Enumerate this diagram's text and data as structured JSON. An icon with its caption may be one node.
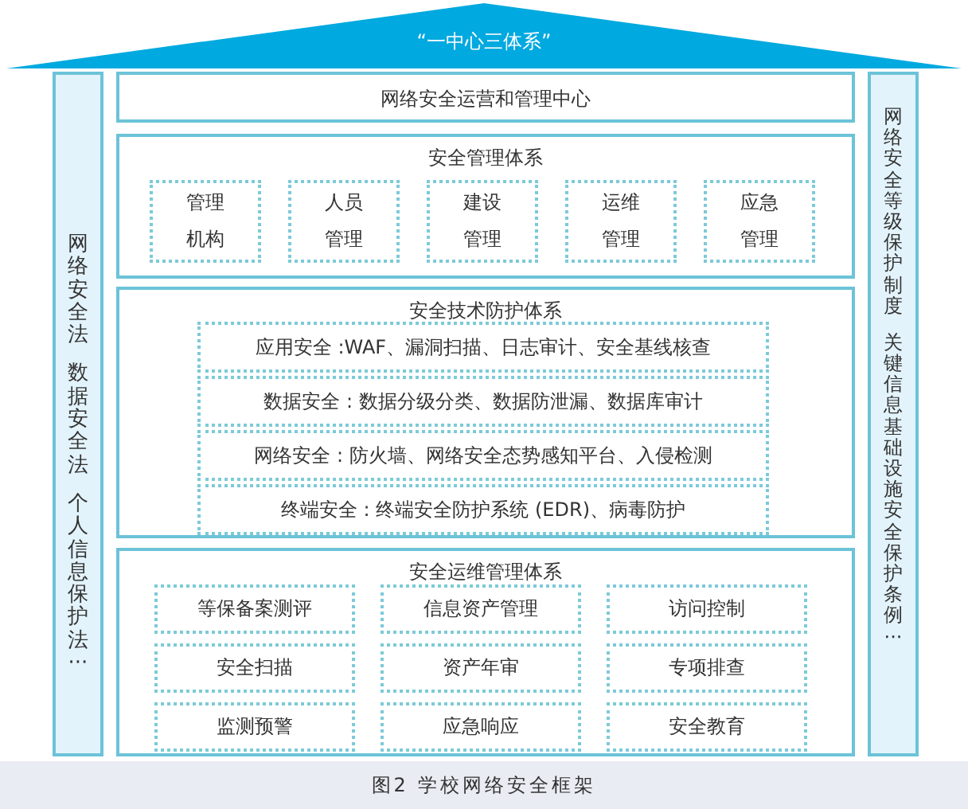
{
  "diagram": {
    "caption": "图2 学校网络安全框架",
    "nodes": [
      {
        "text": [
          "“一中心三体系”"
        ]
      },
      {
        "text": [
          "网络安全法",
          "数据安全法",
          "个人信息保护法···"
        ]
      },
      {
        "text": [
          "网络安全运营和管理中心"
        ]
      },
      {
        "text": [
          "安全管理体系"
        ]
      },
      {
        "text": [
          "管理机构"
        ],
        "in": 3
      },
      {
        "text": [
          "人员管理"
        ],
        "in": 3
      },
      {
        "text": [
          "建设管理"
        ],
        "in": 3
      },
      {
        "text": [
          "运维管理"
        ],
        "in": 3
      },
      {
        "text": [
          "应急管理"
        ],
        "in": 3
      },
      {
        "text": [
          "安全技术防护体系"
        ]
      },
      {
        "text": [
          "应用安全 :WAF、漏洞扫描、日志审计、安全基线核查"
        ],
        "in": 9
      },
      {
        "text": [
          "数据安全 : 数据分级分类、数据防泄漏、数据库审计"
        ],
        "in": 9
      },
      {
        "text": [
          "网络安全 : 防火墙、网络安全态势感知平台、入侵检测"
        ],
        "in": 9
      },
      {
        "text": [
          "终端安全 : 终端安全防护系统 (EDR)、病毒防护"
        ],
        "in": 9
      },
      {
        "text": [
          "安全运维管理体系"
        ]
      },
      {
        "text": [
          "等保备案测评"
        ],
        "in": 14
      },
      {
        "text": [
          "信息资产管理"
        ],
        "in": 14
      },
      {
        "text": [
          "访问控制"
        ],
        "in": 14
      },
      {
        "text": [
          "安全扫描"
        ],
        "in": 14
      },
      {
        "text": [
          "资产年审"
        ],
        "in": 14
      },
      {
        "text": [
          "专项排查"
        ],
        "in": 14
      },
      {
        "text": [
          "监测预警"
        ],
        "in": 14
      },
      {
        "text": [
          "应急响应"
        ],
        "in": 14
      },
      {
        "text": [
          "安全教育"
        ],
        "in": 14
      },
      {
        "text": [
          "网络安全等级保护制度",
          "关键信息基础设施安全保护条例···"
        ]
      }
    ]
  }
}
